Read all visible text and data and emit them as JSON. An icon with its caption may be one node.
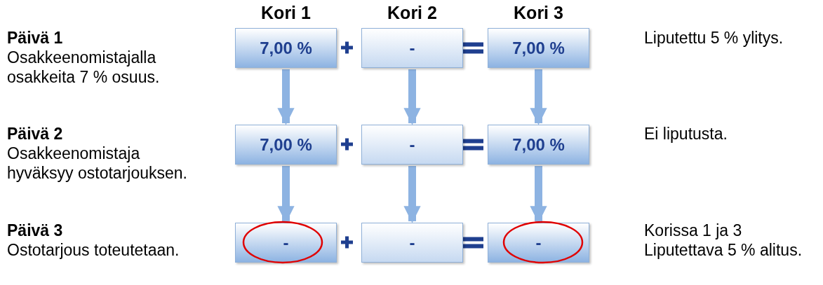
{
  "diagram": {
    "nodes": [
      {
        "text": [
          "7,00 %"
        ]
      },
      {
        "text": [
          "-"
        ]
      },
      {
        "text": [
          "7,00 %"
        ]
      },
      {
        "text": [
          "7,00 %"
        ]
      },
      {
        "text": [
          "-"
        ]
      },
      {
        "text": [
          "7,00 %"
        ]
      },
      {
        "text": [
          "-"
        ]
      },
      {
        "text": [
          "-"
        ]
      },
      {
        "text": [
          "-"
        ]
      }
    ],
    "edges": [
      {
        "from": 0,
        "to": 3,
        "arrow": "to"
      },
      {
        "from": 1,
        "to": 4,
        "arrow": "to"
      },
      {
        "from": 2,
        "to": 5,
        "arrow": "to"
      },
      {
        "from": 3,
        "to": 6,
        "arrow": "to"
      },
      {
        "from": 4,
        "to": 7,
        "arrow": "to"
      },
      {
        "from": 5,
        "to": 8,
        "arrow": "to"
      }
    ],
    "labels": [
      "Kori 1",
      "Kori 2",
      "Kori 3",
      "Päivä 1",
      "Osakkeenomistajalla osakkeita 7 % osuus.",
      "Liputettu 5 % ylitys.",
      "Päivä 2",
      "Osakkeenomistaja hyväksyy ostotarjouksen.",
      "Ei liputusta.",
      "Päivä 3",
      "Ostotarjous toteutetaan.",
      "Korissa 1 ja 3 Liputettava 5 % alitus."
    ]
  }
}
